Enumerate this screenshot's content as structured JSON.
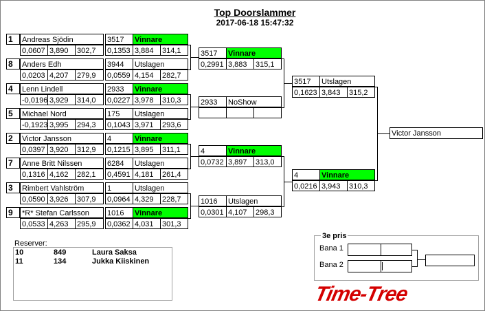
{
  "header": {
    "title": "Top Doorslammer",
    "datetime": "2017-06-18 15:47:32"
  },
  "round1": [
    {
      "seed": "1",
      "name": "Andreas Sjödin",
      "stats": [
        "0,0607",
        "3,890",
        "302,7"
      ],
      "number": "3517",
      "status": "Vinnare",
      "win": true,
      "rstats": [
        "0,1353",
        "3,884",
        "314,1"
      ]
    },
    {
      "seed": "8",
      "name": "Anders Edh",
      "stats": [
        "0,0203",
        "4,207",
        "279,9"
      ],
      "number": "3944",
      "status": "Utslagen",
      "win": false,
      "rstats": [
        "0,0559",
        "4,154",
        "282,7"
      ]
    },
    {
      "seed": "4",
      "name": "Lenn Lindell",
      "stats": [
        "-0,0196",
        "3,929",
        "314,0"
      ],
      "number": "2933",
      "status": "Vinnare",
      "win": true,
      "rstats": [
        "0,0227",
        "3,978",
        "310,3"
      ]
    },
    {
      "seed": "5",
      "name": "Michael Nord",
      "stats": [
        "-0,1923",
        "3,995",
        "294,3"
      ],
      "number": "175",
      "status": "Utslagen",
      "win": false,
      "rstats": [
        "0,1043",
        "3,971",
        "293,6"
      ]
    },
    {
      "seed": "2",
      "name": "Victor Jansson",
      "stats": [
        "0,0397",
        "3,920",
        "312,9"
      ],
      "number": "4",
      "status": "Vinnare",
      "win": true,
      "rstats": [
        "0,1215",
        "3,895",
        "311,1"
      ]
    },
    {
      "seed": "7",
      "name": "Anne Britt Nilssen",
      "stats": [
        "0,1316",
        "4,162",
        "282,1"
      ],
      "number": "6284",
      "status": "Utslagen",
      "win": false,
      "rstats": [
        "0,4591",
        "4,181",
        "261,4"
      ]
    },
    {
      "seed": "3",
      "name": "Rimbert Vahlström",
      "stats": [
        "0,0590",
        "3,926",
        "307,9"
      ],
      "number": "1",
      "status": "Utslagen",
      "win": false,
      "rstats": [
        "0,0964",
        "4,329",
        "228,7"
      ]
    },
    {
      "seed": "9",
      "name": "*R* Stefan Carlsson",
      "stats": [
        "0,0533",
        "4,263",
        "295,9"
      ],
      "number": "1016",
      "status": "Vinnare",
      "win": true,
      "rstats": [
        "0,0362",
        "4,031",
        "301,3"
      ]
    }
  ],
  "round2": [
    {
      "number": "3517",
      "status": "Vinnare",
      "win": true,
      "stats": [
        "0,2991",
        "3,883",
        "315,1"
      ]
    },
    {
      "number": "2933",
      "status": "NoShow",
      "win": false,
      "stats": [
        "",
        "",
        ""
      ]
    },
    {
      "number": "4",
      "status": "Vinnare",
      "win": true,
      "stats": [
        "0,0732",
        "3,897",
        "313,0"
      ]
    },
    {
      "number": "1016",
      "status": "Utslagen",
      "win": false,
      "stats": [
        "0,0301",
        "4,107",
        "298,3"
      ]
    }
  ],
  "round3": [
    {
      "number": "3517",
      "status": "Utslagen",
      "win": false,
      "stats": [
        "0,1623",
        "3,843",
        "315,2"
      ]
    },
    {
      "number": "4",
      "status": "Vinnare",
      "win": true,
      "stats": [
        "0,0216",
        "3,943",
        "310,3"
      ]
    }
  ],
  "final": {
    "winner": "Victor Jansson"
  },
  "reserves": {
    "label": "Reserver:",
    "rows": [
      [
        "10",
        "849",
        "Laura Saksa"
      ],
      [
        "11",
        "134",
        "Jukka Kiiskinen"
      ]
    ]
  },
  "third_prize": {
    "label": "3e pris",
    "lane1": "Bana 1",
    "lane2": "Bana 2"
  },
  "logo": {
    "text": "Time-Tree"
  }
}
